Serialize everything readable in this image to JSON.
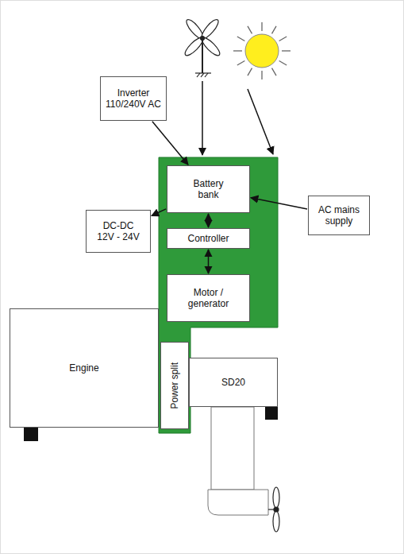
{
  "diagram": {
    "nodes": [
      {
        "text": [
          "Inverter 110/240V AC"
        ]
      },
      {
        "text": [
          "Battery bank"
        ]
      },
      {
        "text": [
          "AC mains supply"
        ]
      },
      {
        "text": [
          "DC-DC 12V - 24V"
        ]
      },
      {
        "text": [
          "Controller"
        ]
      },
      {
        "text": [
          "Motor / generator"
        ]
      },
      {
        "text": [
          "Engine"
        ]
      },
      {
        "text": [
          "Power split"
        ]
      },
      {
        "text": [
          "SD20"
        ]
      }
    ],
    "edges": [
      {
        "from": 0,
        "to": 1,
        "arrow": "to"
      },
      {
        "from": 2,
        "to": 1,
        "arrow": "to"
      },
      {
        "from": 1,
        "to": 3,
        "arrow": "to"
      },
      {
        "from": 1,
        "to": 4,
        "arrow": "both"
      },
      {
        "from": 4,
        "to": 5,
        "arrow": "both"
      }
    ]
  }
}
